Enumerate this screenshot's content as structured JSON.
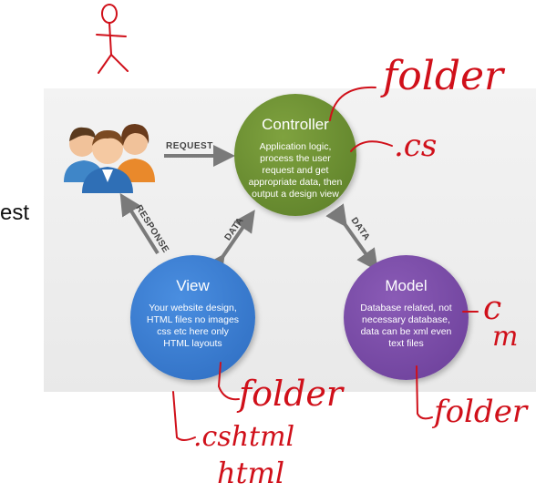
{
  "side_text": "est",
  "diagram": {
    "controller": {
      "title": "Controller",
      "desc": "Application logic, process the user request and get appropriate data, then output a design view",
      "color": "#6b8f2f"
    },
    "view": {
      "title": "View",
      "desc": "Your website design, HTML files no images css etc here only HTML layouts",
      "color": "#3a7bd5"
    },
    "model": {
      "title": "Model",
      "desc": "Database related, not necessary database, data can be xml even text files",
      "color": "#7a4aa8"
    },
    "arrows": {
      "request": "REQUEST",
      "response": "RESPONSE",
      "data_left": "DATA",
      "data_right": "DATA"
    },
    "users_icon": "users-group-icon"
  },
  "annotations": {
    "controller_note": "folder",
    "controller_ext": ".cs",
    "model_c": "c",
    "model_m": "m",
    "view_note": "folder",
    "view_ext": ".cshtml",
    "view_ext2": "html",
    "model_note": "folder",
    "ink_color": "#d0101a",
    "stick_figure_icon": "stick-figure-icon"
  }
}
